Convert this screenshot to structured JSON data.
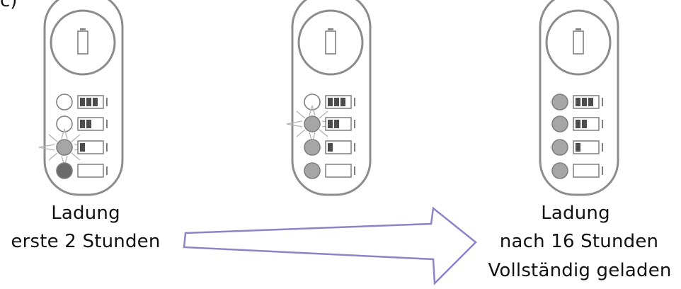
{
  "figure": {
    "panel_letter": "c)"
  },
  "devices": [
    {
      "id": "left",
      "label_line1": "Ladung",
      "label_line2": "erste 2 Stunden",
      "leds": [
        {
          "level": "full",
          "state": "off"
        },
        {
          "level": "high",
          "state": "off"
        },
        {
          "level": "low",
          "state": "blinking"
        },
        {
          "level": "empty",
          "state": "on-dark"
        }
      ]
    },
    {
      "id": "middle",
      "leds": [
        {
          "level": "full",
          "state": "off"
        },
        {
          "level": "high",
          "state": "blinking"
        },
        {
          "level": "low",
          "state": "on"
        },
        {
          "level": "empty",
          "state": "on"
        }
      ]
    },
    {
      "id": "right",
      "label_line1": "Ladung",
      "label_line2": "nach 16 Stunden",
      "label_line3": "Vollständig geladen",
      "leds": [
        {
          "level": "full",
          "state": "on"
        },
        {
          "level": "high",
          "state": "on"
        },
        {
          "level": "low",
          "state": "on"
        },
        {
          "level": "empty",
          "state": "on"
        }
      ]
    }
  ],
  "colors": {
    "device_outline": "#8c8c8c",
    "led_off": "#ffffff",
    "led_on": "#a6a6a6",
    "led_on_dark": "#6b6b6b",
    "arrow_stroke": "#8c84c6",
    "text": "#111111"
  },
  "icons": {
    "battery_symbol": "battery-outline-icon",
    "blink_indicator": "led-flash-rays-icon",
    "progress_arrow": "right-arrow-icon"
  }
}
